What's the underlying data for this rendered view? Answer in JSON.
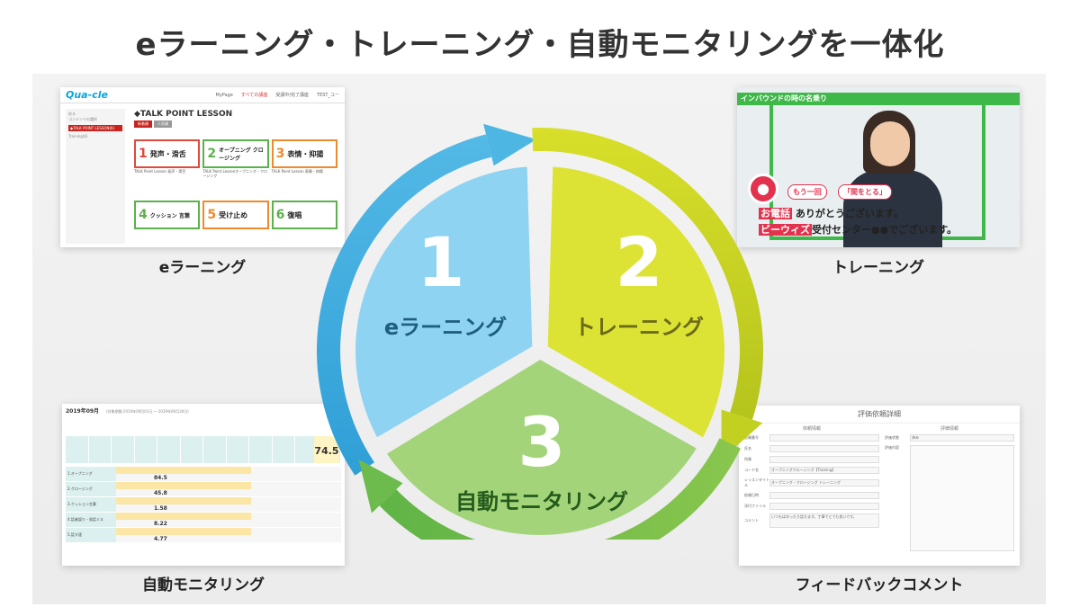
{
  "title": "eラーニング・トレーニング・自動モニタリングを一体化",
  "colors": {
    "blue": "#4db6e3",
    "lime": "#c7d52a",
    "green": "#7bc35a",
    "title": "#333333"
  },
  "cycle": {
    "items": [
      {
        "num": "1",
        "label": "eラーニング"
      },
      {
        "num": "2",
        "label": "トレーニング"
      },
      {
        "num": "3",
        "label": "自動モニタリング"
      }
    ]
  },
  "panels": {
    "elearning": {
      "caption": "eラーニング",
      "logo": "Qua-cle",
      "nav": [
        "MyPage",
        "すべての講座",
        "受講中/完了講座",
        "TEST_ユー"
      ],
      "side": [
        "戻る",
        "コンテンツの選択",
        "◆TALK POINT LESSON(6)",
        "Training(6)"
      ],
      "heading": "◆TALK POINT LESSON",
      "tabs": [
        "新着順",
        "人気順"
      ],
      "tiles": [
        {
          "num": "1",
          "name": "発声・滑舌",
          "caption": "TALK Point Lesson 発声・滑舌"
        },
        {
          "num": "2",
          "name": "オープニング クロージング",
          "caption": "TALK Point Lessonオープニング・クロージング"
        },
        {
          "num": "3",
          "name": "表情・抑揚",
          "caption": "TALK Point Lesson 表情・抑揚"
        },
        {
          "num": "4",
          "name": "クッション 言葉",
          "caption": ""
        },
        {
          "num": "5",
          "name": "受け止め",
          "caption": ""
        },
        {
          "num": "6",
          "name": "復唱",
          "caption": ""
        }
      ]
    },
    "training": {
      "caption": "トレーニング",
      "banner": "インバウンドの時の名乗り",
      "bubble_left": "もう一回",
      "bubble_right": "「間をとる」",
      "line1_hl": "お電話",
      "line1_rest": "ありがとうございます。",
      "line2_hl": "ビーウィズ",
      "line2_rest": "受付センター●●でございます。"
    },
    "monitoring": {
      "caption": "自動モニタリング",
      "period": "2019年09月",
      "range": "(対象期間 2019年09月01日 〜 2019年09月30日)",
      "total": "74.5",
      "rows": [
        {
          "label": "1.オープニング",
          "value": "84.5"
        },
        {
          "label": "2.クロージング",
          "value": "45.8"
        },
        {
          "label": "3.クッション言葉",
          "value": "1.58"
        },
        {
          "label": "4.話者誤り・発話ミス",
          "value": "8.22"
        },
        {
          "label": "5.話す速",
          "value": "4.77"
        }
      ]
    },
    "feedback": {
      "caption": "フィードバックコメント",
      "title": "評価依頼詳細",
      "left_sub": "依頼情報",
      "right_sub": "評価情報",
      "fields": [
        "依頼番号",
        "氏名",
        "所属",
        "コード名",
        "レッスンタイトル",
        "依頼日時",
        "添付ファイル",
        "コメント"
      ],
      "values": [
        "",
        "",
        "",
        "オープニングクロージング【Training】",
        "オープニング・クロージング トレーニング",
        "",
        "",
        ""
      ],
      "status_label": "評価状態",
      "status_value": "済み",
      "comment_label": "評価内容",
      "comment_text": "いつもはゆったり話せます。丁寧でとても良いです。"
    }
  }
}
